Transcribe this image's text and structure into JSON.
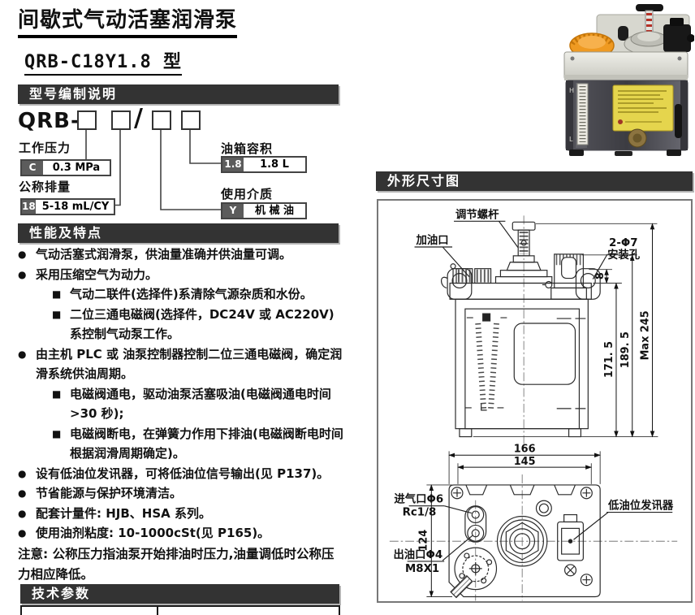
{
  "header": {
    "title": "间歇式气动活塞润滑泵",
    "model": "QRB-C18Y1.8 型"
  },
  "section_bars": {
    "model_code": "型号编制说明",
    "features": "性能及特点",
    "dimensions": "外形尺寸图",
    "tech_params": "技术参数"
  },
  "model_diagram": {
    "prefix": "QRB-",
    "slash": "/",
    "working_pressure": {
      "label": "工作压力",
      "code": "C",
      "value": "0.3 MPa"
    },
    "displacement": {
      "label": "公称排量",
      "code": "18",
      "value": "5-18 mL/CY"
    },
    "tank_capacity": {
      "label": "油箱容积",
      "code": "1.8",
      "value": "1.8 L"
    },
    "medium": {
      "label": "使用介质",
      "code": "Y",
      "value": "机 械 油"
    }
  },
  "features": {
    "items": [
      {
        "marker": "●",
        "text": "气动活塞式润滑泵，供油量准确并供油量可调。"
      },
      {
        "marker": "●",
        "text": "采用压缩空气为动力。"
      },
      {
        "marker": "■",
        "text": "气动二联件(选择件)系清除气源杂质和水份。"
      },
      {
        "marker": "■",
        "text": "二位三通电磁阀(选择件，DC24V 或 AC220V)系控制气动泵工作。"
      },
      {
        "marker": "●",
        "text": "由主机 PLC 或 油泵控制器控制二位三通电磁阀，确定润滑系统供油周期。"
      },
      {
        "marker": "■",
        "text": "电磁阀通电，驱动油泵活塞吸油(电磁阀通电时间>30 秒);"
      },
      {
        "marker": "■",
        "text": "电磁阀断电，在弹簧力作用下排油(电磁阀断电时间根据润滑周期确定)。"
      },
      {
        "marker": "●",
        "text": "设有低油位发讯器，可将低油位信号输出(见 P137)。"
      },
      {
        "marker": "●",
        "text": "节省能源与保护环境清洁。"
      },
      {
        "marker": "●",
        "text": "配套计量件: HJB、HSA 系列。"
      },
      {
        "marker": "●",
        "text": "使用油剂粘度: 10-1000cSt(见 P165)。"
      }
    ],
    "note": "注意: 公称压力指油泵开始排油时压力,油量调低时公称压力相应降低。"
  },
  "dimension_drawing": {
    "labels": {
      "adjust_screw": "调节螺杆",
      "fill_port": "加油口",
      "mount_hole_a": "2-Φ7",
      "mount_hole_b": "安装孔",
      "air_inlet_a": "进气口Φ6",
      "air_inlet_b": "Rc1/8",
      "oil_outlet_a": "出油口Φ4",
      "oil_outlet_b": "M8X1",
      "low_level_sensor": "低油位发讯器"
    },
    "dims": {
      "offset_8": "8",
      "max_height": "Max 245",
      "h2": "189. 5",
      "h1": "171. 5",
      "w_total": "166",
      "w_inner": "145",
      "depth": "124"
    }
  },
  "photo": {
    "gauge_high": "H",
    "gauge_low": "L"
  },
  "colors": {
    "bar_bg": "#333333",
    "code_cell_bg": "#5c5c5c",
    "orange_cap": "#ef9a22",
    "label_yellow": "#e5d54d"
  }
}
